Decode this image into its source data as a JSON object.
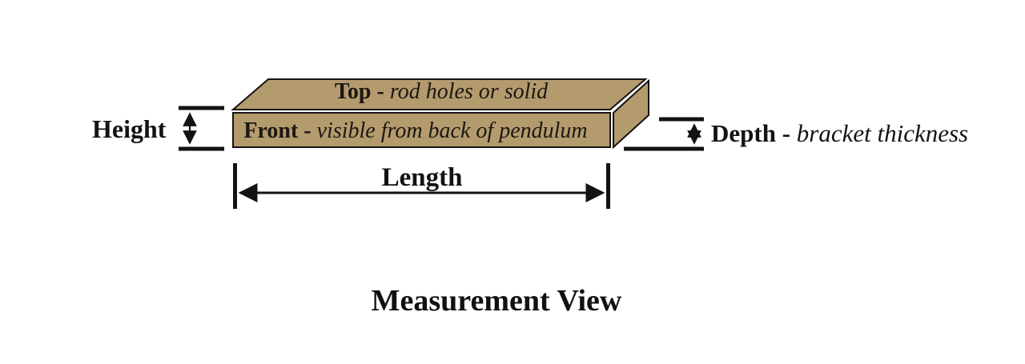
{
  "diagram": {
    "title": "Measurement View",
    "box": {
      "top_face": {
        "label": "Top -",
        "desc": "rod holes or solid"
      },
      "front_face": {
        "label": "Front -",
        "desc": "visible from back of pendulum"
      }
    },
    "dimensions": {
      "height": {
        "label": "Height"
      },
      "depth": {
        "label": "Depth -",
        "desc": "bracket thickness"
      },
      "length": {
        "label": "Length"
      }
    },
    "colors": {
      "box_fill": "#b49b6e",
      "ink": "#151312",
      "background": "#ffffff"
    }
  }
}
